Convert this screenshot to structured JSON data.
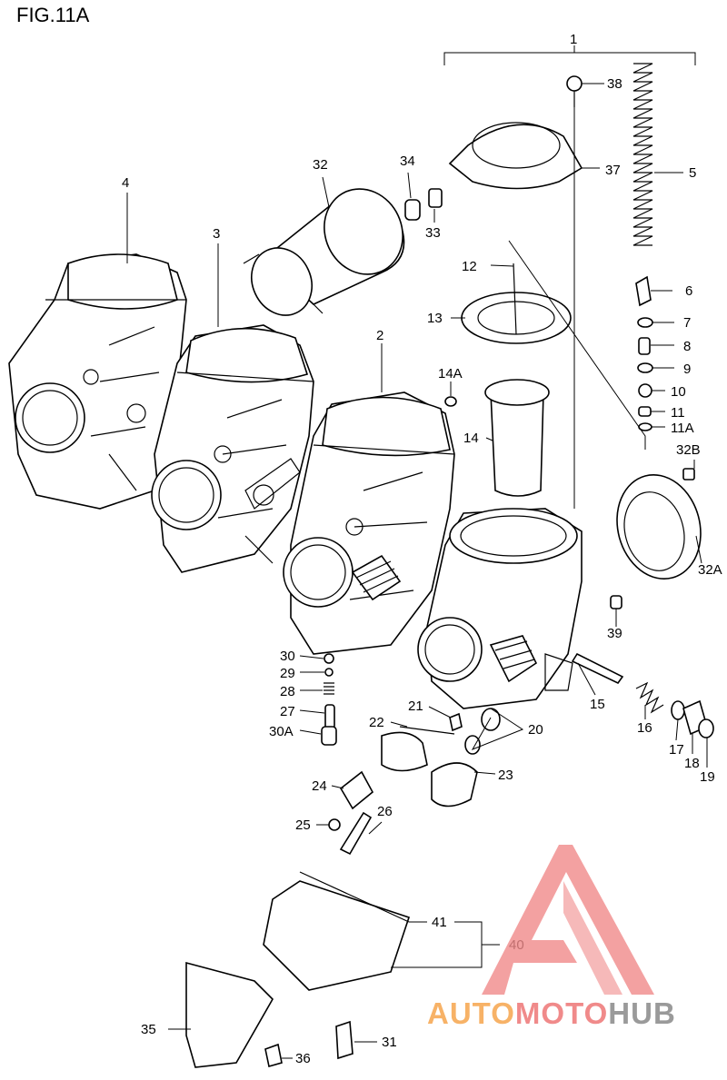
{
  "figure": {
    "title": "FIG.11A"
  },
  "parts": [
    {
      "id": "p1",
      "label": "1"
    },
    {
      "id": "p2",
      "label": "2"
    },
    {
      "id": "p3",
      "label": "3"
    },
    {
      "id": "p4",
      "label": "4"
    },
    {
      "id": "p5",
      "label": "5"
    },
    {
      "id": "p6",
      "label": "6"
    },
    {
      "id": "p7",
      "label": "7"
    },
    {
      "id": "p8",
      "label": "8"
    },
    {
      "id": "p9",
      "label": "9"
    },
    {
      "id": "p10",
      "label": "10"
    },
    {
      "id": "p11",
      "label": "11"
    },
    {
      "id": "p11a",
      "label": "11A"
    },
    {
      "id": "p12",
      "label": "12"
    },
    {
      "id": "p13",
      "label": "13"
    },
    {
      "id": "p14",
      "label": "14"
    },
    {
      "id": "p14a",
      "label": "14A"
    },
    {
      "id": "p15",
      "label": "15"
    },
    {
      "id": "p16",
      "label": "16"
    },
    {
      "id": "p17",
      "label": "17"
    },
    {
      "id": "p18",
      "label": "18"
    },
    {
      "id": "p19",
      "label": "19"
    },
    {
      "id": "p20",
      "label": "20"
    },
    {
      "id": "p21",
      "label": "21"
    },
    {
      "id": "p22",
      "label": "22"
    },
    {
      "id": "p23",
      "label": "23"
    },
    {
      "id": "p24",
      "label": "24"
    },
    {
      "id": "p25",
      "label": "25"
    },
    {
      "id": "p26",
      "label": "26"
    },
    {
      "id": "p27",
      "label": "27"
    },
    {
      "id": "p28",
      "label": "28"
    },
    {
      "id": "p29",
      "label": "29"
    },
    {
      "id": "p30",
      "label": "30"
    },
    {
      "id": "p30a",
      "label": "30A"
    },
    {
      "id": "p31",
      "label": "31"
    },
    {
      "id": "p32",
      "label": "32"
    },
    {
      "id": "p32a",
      "label": "32A"
    },
    {
      "id": "p32b",
      "label": "32B"
    },
    {
      "id": "p33",
      "label": "33"
    },
    {
      "id": "p34",
      "label": "34"
    },
    {
      "id": "p35",
      "label": "35"
    },
    {
      "id": "p36",
      "label": "36"
    },
    {
      "id": "p37",
      "label": "37"
    },
    {
      "id": "p38",
      "label": "38"
    },
    {
      "id": "p39",
      "label": "39"
    },
    {
      "id": "p40",
      "label": "40"
    },
    {
      "id": "p41",
      "label": "41"
    }
  ],
  "watermark": {
    "part_a": "AUTO",
    "part_b": "MOTO",
    "part_c": "HUB",
    "colors": {
      "auto": "#f7b267",
      "moto": "#f08a8a",
      "hub": "#9a9a9a",
      "triangle": "#f08a8a"
    }
  }
}
